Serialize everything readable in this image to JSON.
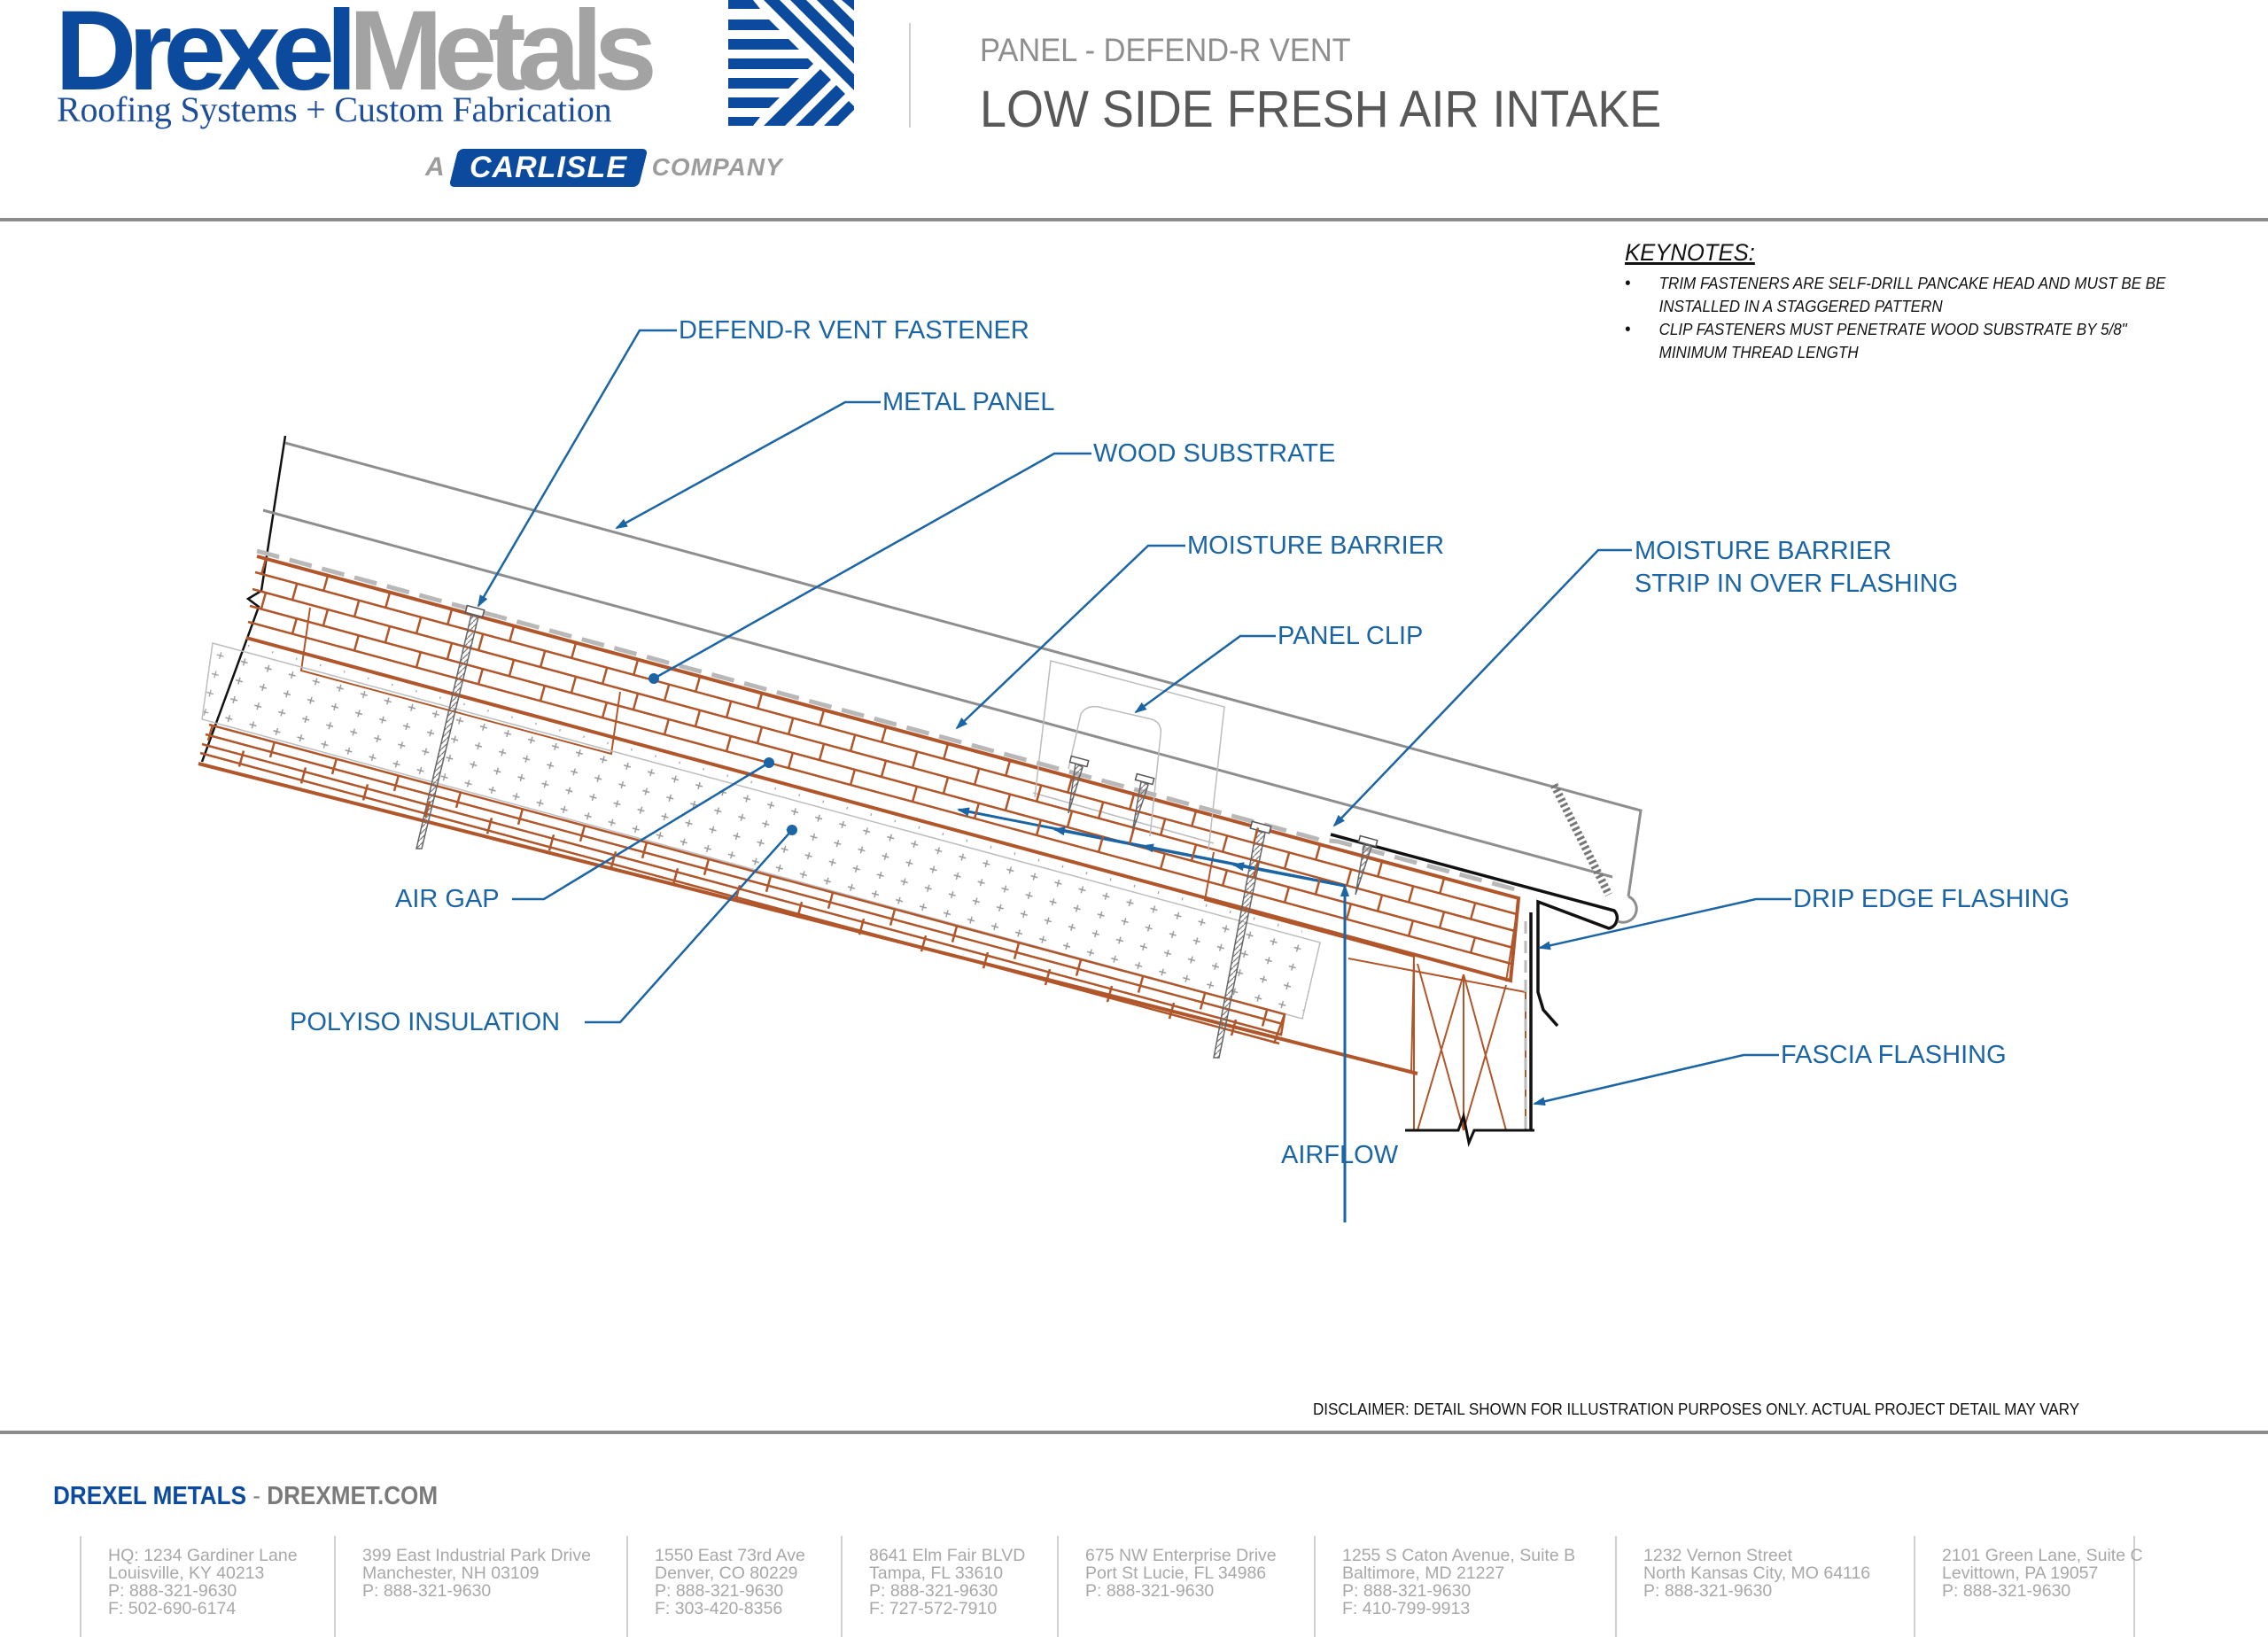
{
  "brand": {
    "logo_part1": "Drexel",
    "logo_part2": "Metals",
    "tagline": "Roofing Systems + Custom Fabrication",
    "parent_prefix": "A",
    "parent_name": "CARLISLE",
    "parent_suffix": "COMPANY",
    "colors": {
      "primary_blue": "#0c4a9e",
      "gray": "#a3a3a3"
    }
  },
  "header": {
    "subtitle": "PANEL - DEFEND-R VENT",
    "title": "LOW SIDE FRESH AIR INTAKE"
  },
  "keynotes": {
    "heading": "KEYNOTES:",
    "items": [
      "TRIM FASTENERS ARE SELF-DRILL PANCAKE HEAD AND MUST BE BE INSTALLED IN A STAGGERED PATTERN",
      "CLIP FASTENERS MUST PENETRATE WOOD SUBSTRATE BY 5/8\" MINIMUM THREAD LENGTH"
    ]
  },
  "diagram": {
    "callout_color": "#1c65a5",
    "wood_color": "#b0562a",
    "callouts": {
      "fastener": "DEFEND-R VENT FASTENER",
      "metal_panel": "METAL PANEL",
      "wood_substrate": "WOOD SUBSTRATE",
      "moisture_barrier": "MOISTURE BARRIER",
      "strip_line1": "MOISTURE BARRIER",
      "strip_line2": "STRIP IN OVER FLASHING",
      "panel_clip": "PANEL CLIP",
      "air_gap": "AIR GAP",
      "polyiso": "POLYISO INSULATION",
      "drip_edge": "DRIP EDGE FLASHING",
      "fascia": "FASCIA FLASHING",
      "airflow": "AIRFLOW"
    }
  },
  "disclaimer": "DISCLAIMER: DETAIL SHOWN FOR ILLUSTRATION PURPOSES ONLY. ACTUAL PROJECT DETAIL MAY VARY",
  "footer": {
    "brand": "DREXEL METALS",
    "sep": "-",
    "url": "DREXMET.COM",
    "offices": [
      {
        "lines": [
          "HQ: 1234 Gardiner Lane",
          "Louisville, KY 40213",
          "P: 888-321-9630",
          "F: 502-690-6174"
        ]
      },
      {
        "lines": [
          "399 East Industrial Park Drive",
          "Manchester, NH 03109",
          "P: 888-321-9630"
        ]
      },
      {
        "lines": [
          "1550 East 73rd Ave",
          "Denver, CO 80229",
          "P: 888-321-9630",
          "F: 303-420-8356"
        ]
      },
      {
        "lines": [
          "8641 Elm Fair BLVD",
          "Tampa, FL 33610",
          "P: 888-321-9630",
          "F: 727-572-7910"
        ]
      },
      {
        "lines": [
          "675 NW Enterprise Drive",
          "Port St Lucie, FL 34986",
          "P: 888-321-9630"
        ]
      },
      {
        "lines": [
          "1255 S Caton Avenue, Suite B",
          "Baltimore, MD 21227",
          "P: 888-321-9630",
          "F: 410-799-9913"
        ]
      },
      {
        "lines": [
          "1232 Vernon Street",
          "North Kansas City, MO 64116",
          "P: 888-321-9630"
        ]
      },
      {
        "lines": [
          "2101 Green Lane, Suite C",
          "Levittown, PA 19057",
          "P: 888-321-9630"
        ]
      }
    ]
  }
}
